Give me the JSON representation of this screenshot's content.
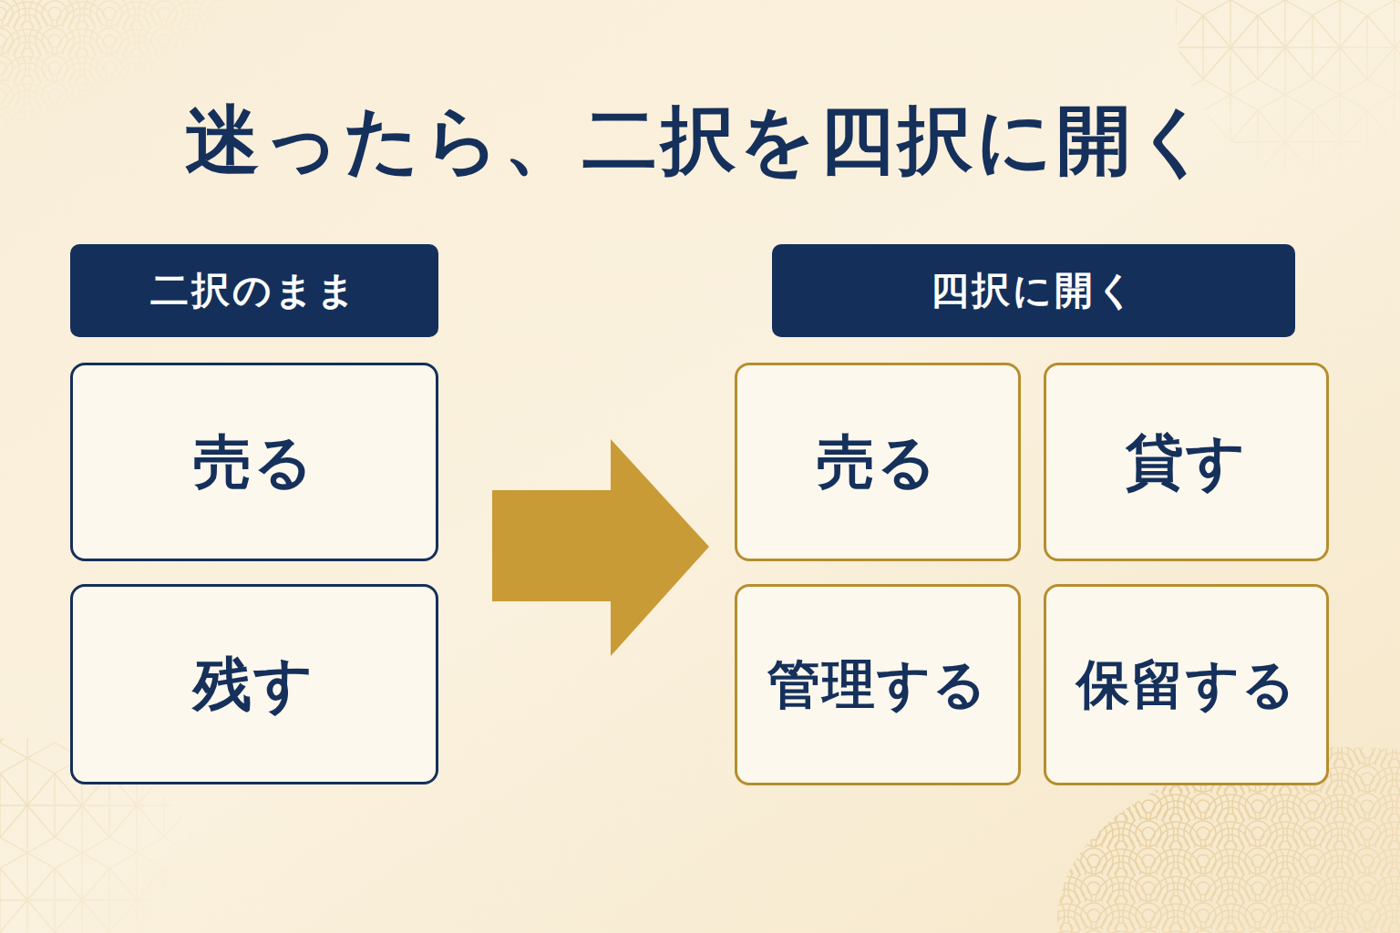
{
  "diagram": {
    "title": "迷ったら、二択を四択に開く",
    "nodes": [
      {
        "text": [
          "二択のまま"
        ]
      },
      {
        "text": [
          "売る"
        ]
      },
      {
        "text": [
          "残す"
        ]
      },
      {
        "text": [
          "四択に開く"
        ]
      },
      {
        "text": [
          "売る"
        ]
      },
      {
        "text": [
          "貸す"
        ]
      },
      {
        "text": [
          "管理する"
        ]
      },
      {
        "text": [
          "保留する"
        ]
      }
    ]
  }
}
